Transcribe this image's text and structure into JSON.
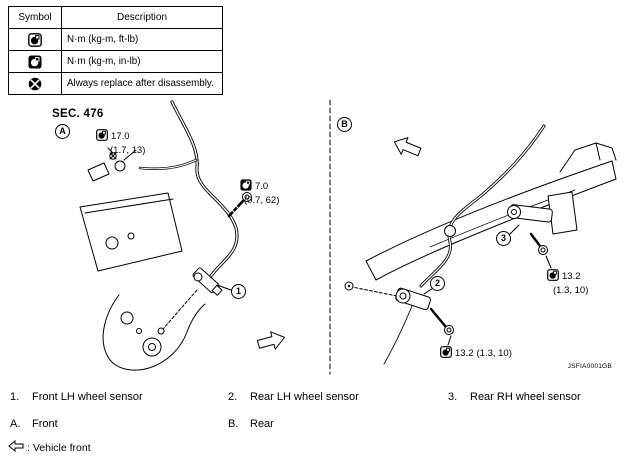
{
  "symbol_table": {
    "headers": [
      "Symbol",
      "Description"
    ],
    "rows": [
      {
        "icon": "torque-ftlb-icon",
        "description": "N·m (kg-m, ft-lb)"
      },
      {
        "icon": "torque-inlb-icon",
        "description": "N·m (kg-m, in-lb)"
      },
      {
        "icon": "replace-after-disassembly-icon",
        "description": "Always replace after disassembly."
      }
    ]
  },
  "diagram": {
    "sec_label": "SEC. 476",
    "figure_code": "JSFIA0001GB",
    "view_labels": [
      "A",
      "B"
    ],
    "callouts": [
      "1",
      "2",
      "3"
    ],
    "torques": [
      {
        "icon": "torque-ftlb-icon",
        "value": "17.0",
        "detail": "(1.7, 13)"
      },
      {
        "icon": "torque-inlb-icon",
        "value": "7.0",
        "detail": "(0.7, 62)"
      },
      {
        "icon": "torque-ftlb-icon",
        "value": "13.2",
        "detail": "(1.3, 10)"
      },
      {
        "icon": "torque-ftlb-icon",
        "value": "13.2",
        "detail": "(1.3, 10)"
      }
    ]
  },
  "legend": {
    "items": [
      {
        "num": "1.",
        "label": "Front LH wheel sensor"
      },
      {
        "num": "2.",
        "label": "Rear LH wheel sensor"
      },
      {
        "num": "3.",
        "label": "Rear RH wheel sensor"
      }
    ],
    "views": [
      {
        "num": "A.",
        "label": "Front"
      },
      {
        "num": "B.",
        "label": "Rear"
      }
    ],
    "vehicle_front": {
      "icon": "vehicle-front-arrow-icon",
      "label": ": Vehicle front"
    }
  }
}
